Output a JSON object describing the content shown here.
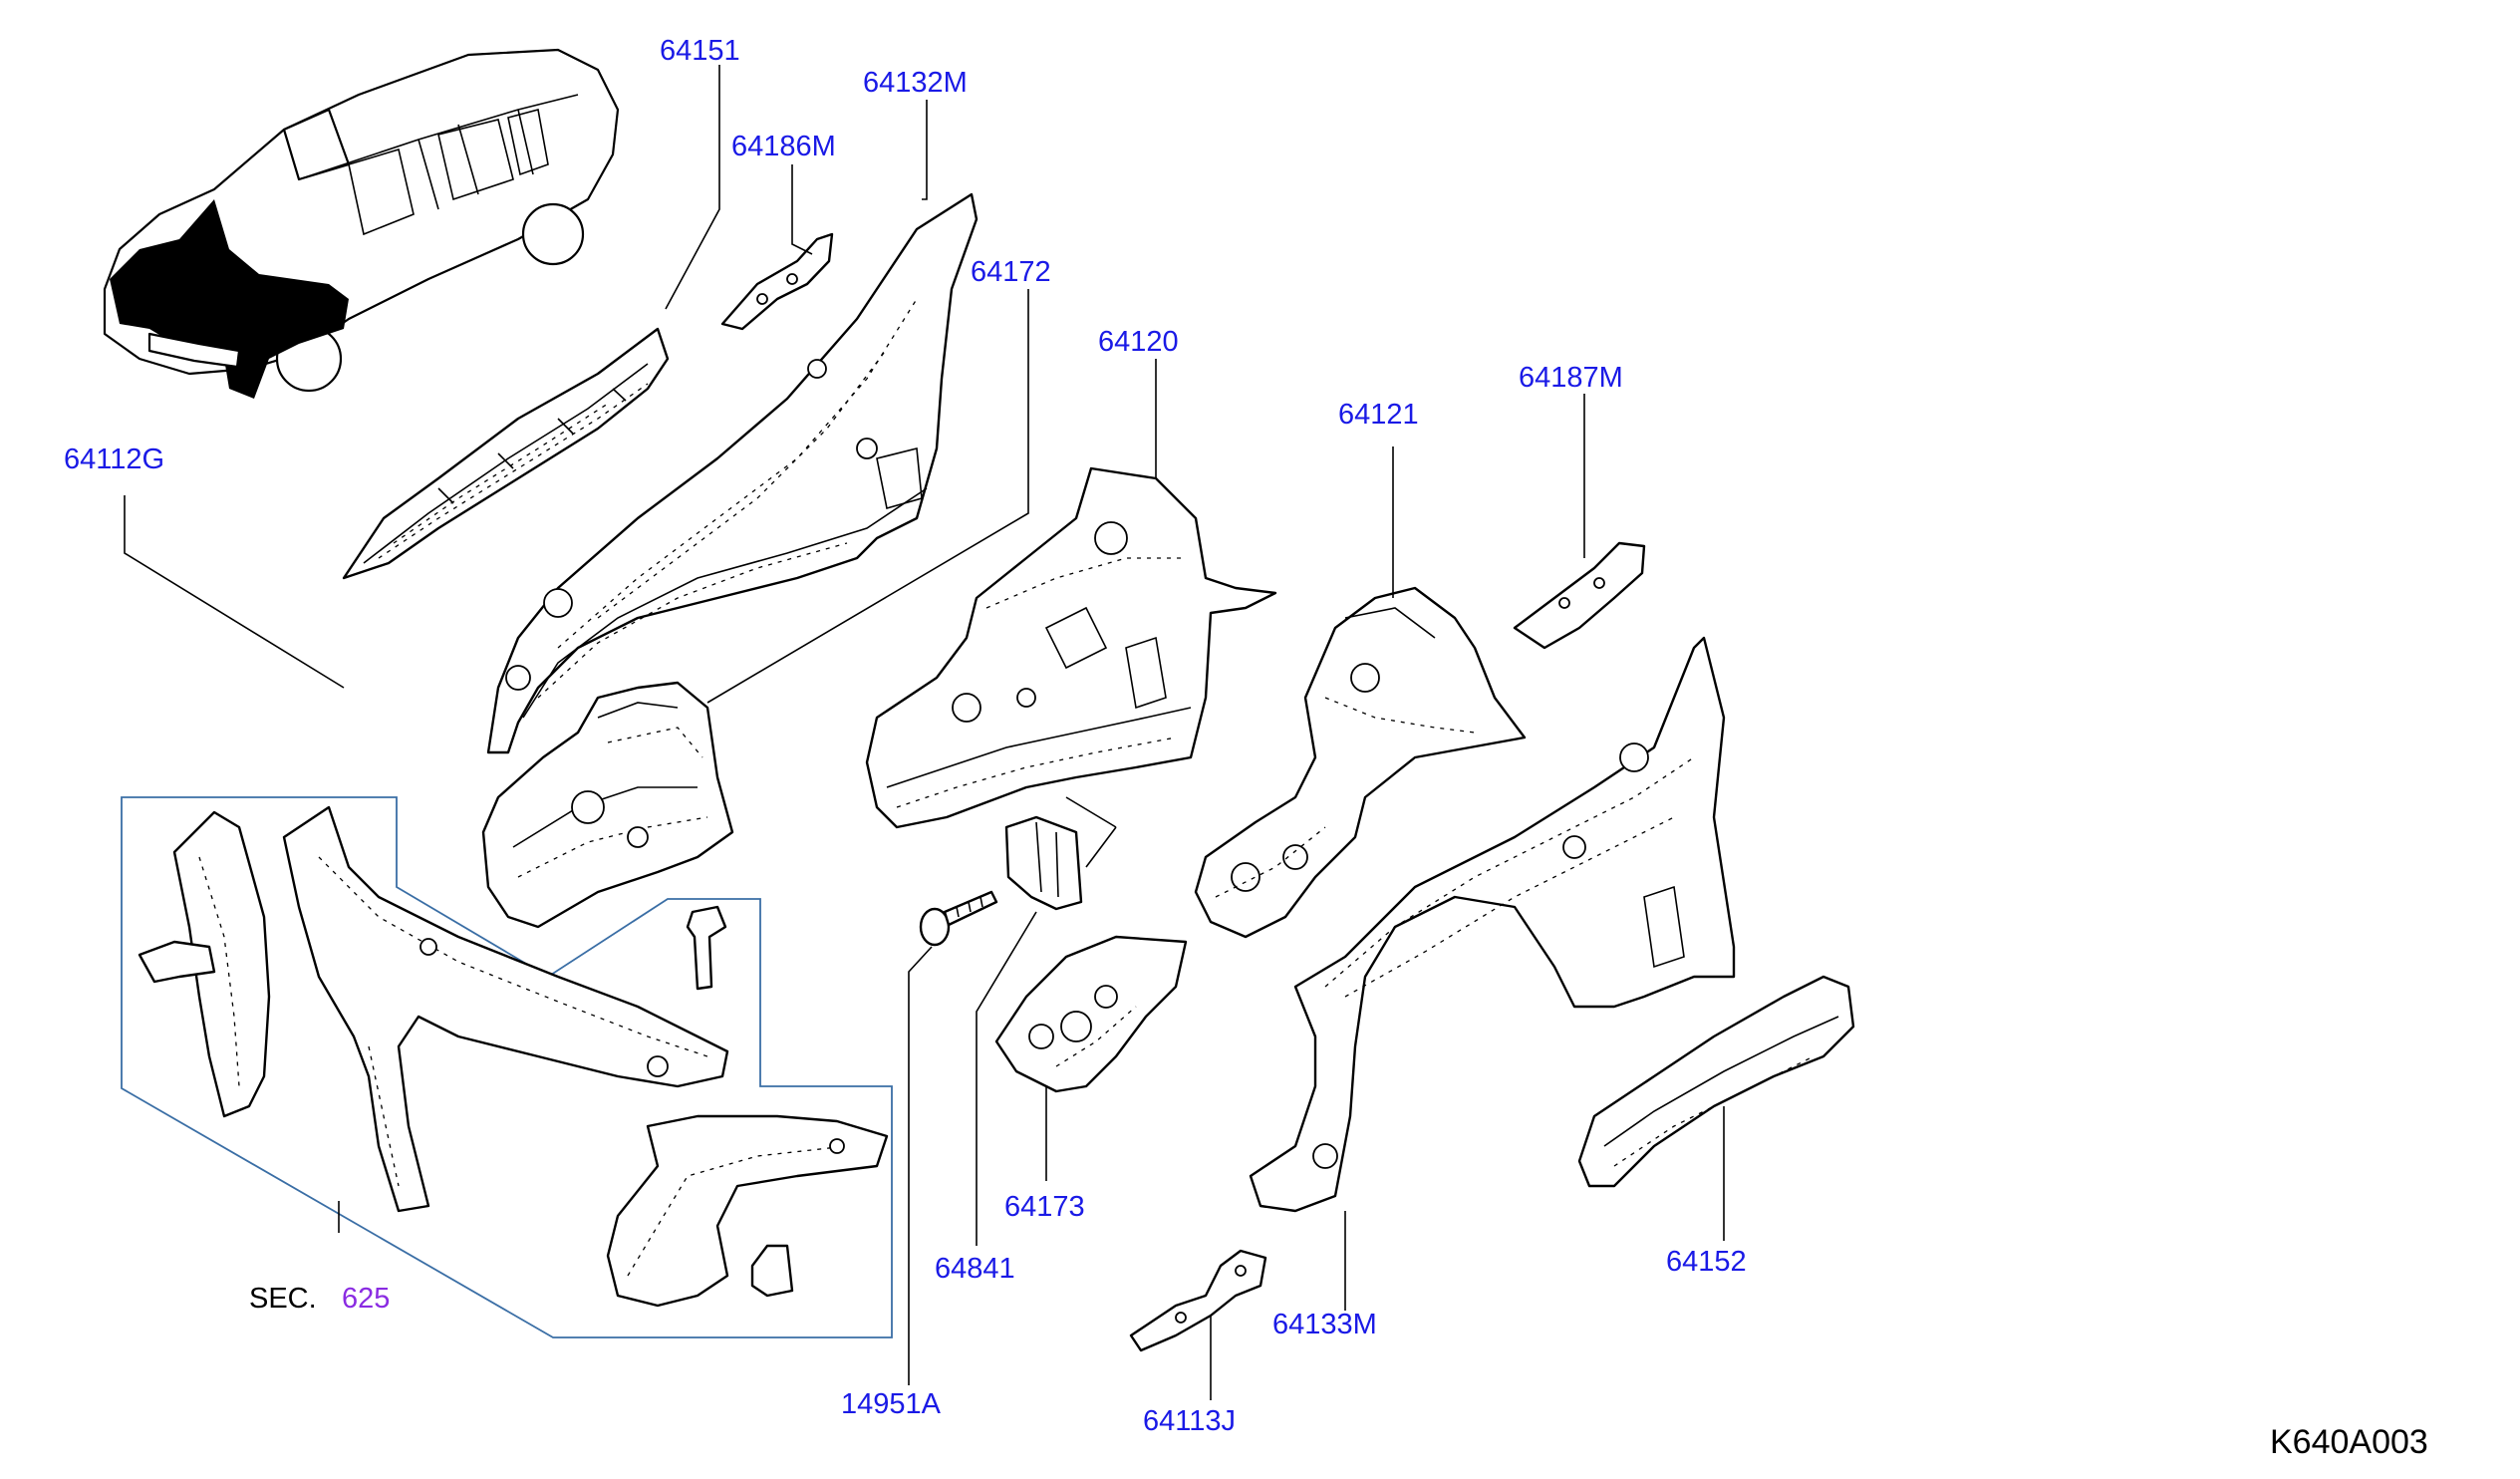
{
  "diagram_code": "K640A003",
  "section_ref": {
    "prefix": "SEC.",
    "number": "625"
  },
  "callouts": [
    {
      "id": "64151",
      "color": "#1a1ae6"
    },
    {
      "id": "64132M",
      "color": "#1a1ae6"
    },
    {
      "id": "64186M",
      "color": "#1a1ae6"
    },
    {
      "id": "64172",
      "color": "#1a1ae6"
    },
    {
      "id": "64120",
      "color": "#1a1ae6"
    },
    {
      "id": "64121",
      "color": "#1a1ae6"
    },
    {
      "id": "64187M",
      "color": "#1a1ae6"
    },
    {
      "id": "64112G",
      "color": "#1a1ae6"
    },
    {
      "id": "64173",
      "color": "#1a1ae6"
    },
    {
      "id": "64841",
      "color": "#1a1ae6"
    },
    {
      "id": "14951A",
      "color": "#1a1ae6"
    },
    {
      "id": "64133M",
      "color": "#1a1ae6"
    },
    {
      "id": "64113J",
      "color": "#1a1ae6"
    },
    {
      "id": "64152",
      "color": "#1a1ae6"
    }
  ],
  "colors": {
    "callout_text": "#1a1ae6",
    "section_number": "#8a2be2",
    "line_art": "#000000",
    "section_box": "#3a6ea5"
  }
}
